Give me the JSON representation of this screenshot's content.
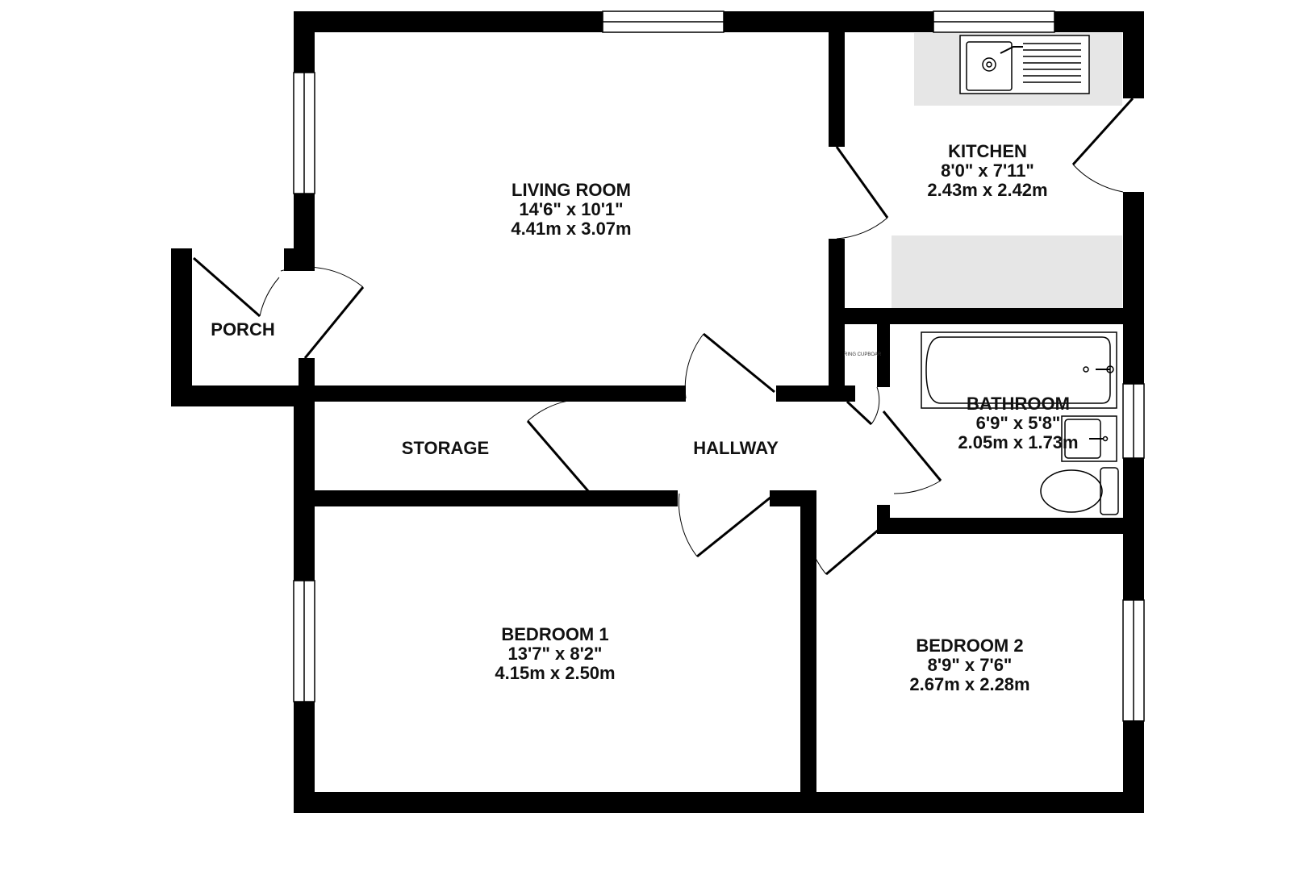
{
  "rooms": {
    "living_room": {
      "name": "LIVING ROOM",
      "imperial": "14'6\"  x 10'1\"",
      "metric": "4.41m  x 3.07m"
    },
    "kitchen": {
      "name": "KITCHEN",
      "imperial": "8'0\"  x 7'11\"",
      "metric": "2.43m  x 2.42m"
    },
    "bathroom": {
      "name": "BATHROOM",
      "imperial": "6'9\"  x 5'8\"",
      "metric": "2.05m  x 1.73m"
    },
    "bedroom_1": {
      "name": "BEDROOM 1",
      "imperial": "13'7\"  x 8'2\"",
      "metric": "4.15m  x 2.50m"
    },
    "bedroom_2": {
      "name": "BEDROOM 2",
      "imperial": "8'9\"  x 7'6\"",
      "metric": "2.67m  x 2.28m"
    },
    "porch": {
      "name": "PORCH"
    },
    "storage": {
      "name": "STORAGE"
    },
    "hallway": {
      "name": "HALLWAY"
    },
    "airing_cupboard": {
      "name": "RING CUPBOAR"
    }
  },
  "colors": {
    "wall": "#000000",
    "fixture_area": "#e6e6e6",
    "background": "#ffffff"
  }
}
